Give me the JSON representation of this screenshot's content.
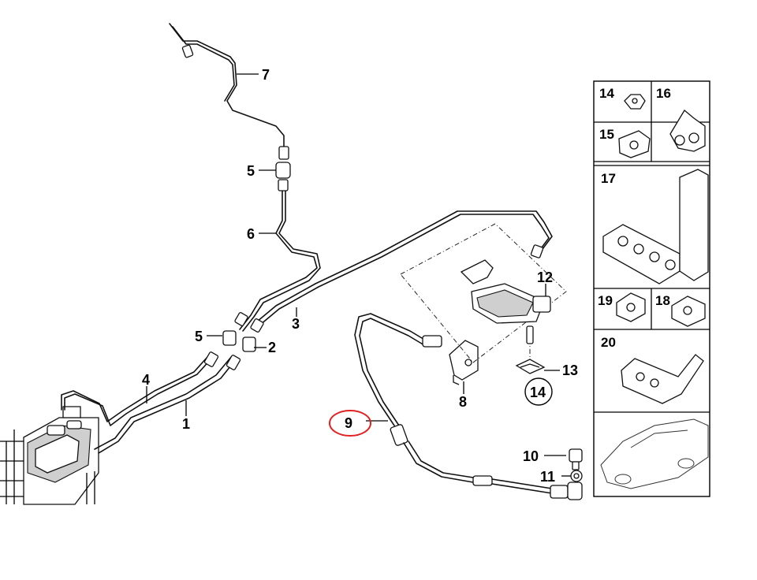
{
  "diagram": {
    "callouts": [
      {
        "key": "c1",
        "label": "1"
      },
      {
        "key": "c2",
        "label": "2"
      },
      {
        "key": "c3",
        "label": "3"
      },
      {
        "key": "c4",
        "label": "4"
      },
      {
        "key": "c5a",
        "label": "5"
      },
      {
        "key": "c5b",
        "label": "5"
      },
      {
        "key": "c6",
        "label": "6"
      },
      {
        "key": "c7",
        "label": "7"
      },
      {
        "key": "c8",
        "label": "8"
      },
      {
        "key": "c9",
        "label": "9"
      },
      {
        "key": "c10",
        "label": "10"
      },
      {
        "key": "c11",
        "label": "11"
      },
      {
        "key": "c12",
        "label": "12"
      },
      {
        "key": "c13",
        "label": "13"
      },
      {
        "key": "c14",
        "label": "14"
      }
    ],
    "highlight": {
      "label": "9",
      "color": "#e0211f"
    }
  },
  "inset": {
    "panels": [
      {
        "key": "p14",
        "label": "14"
      },
      {
        "key": "p16",
        "label": "16"
      },
      {
        "key": "p15",
        "label": "15"
      },
      {
        "key": "p17",
        "label": "17"
      },
      {
        "key": "p19",
        "label": "19"
      },
      {
        "key": "p18",
        "label": "18"
      },
      {
        "key": "p20",
        "label": "20"
      }
    ]
  },
  "colors": {
    "line": "#111111",
    "background": "#ffffff",
    "highlight": "#e0211f"
  }
}
